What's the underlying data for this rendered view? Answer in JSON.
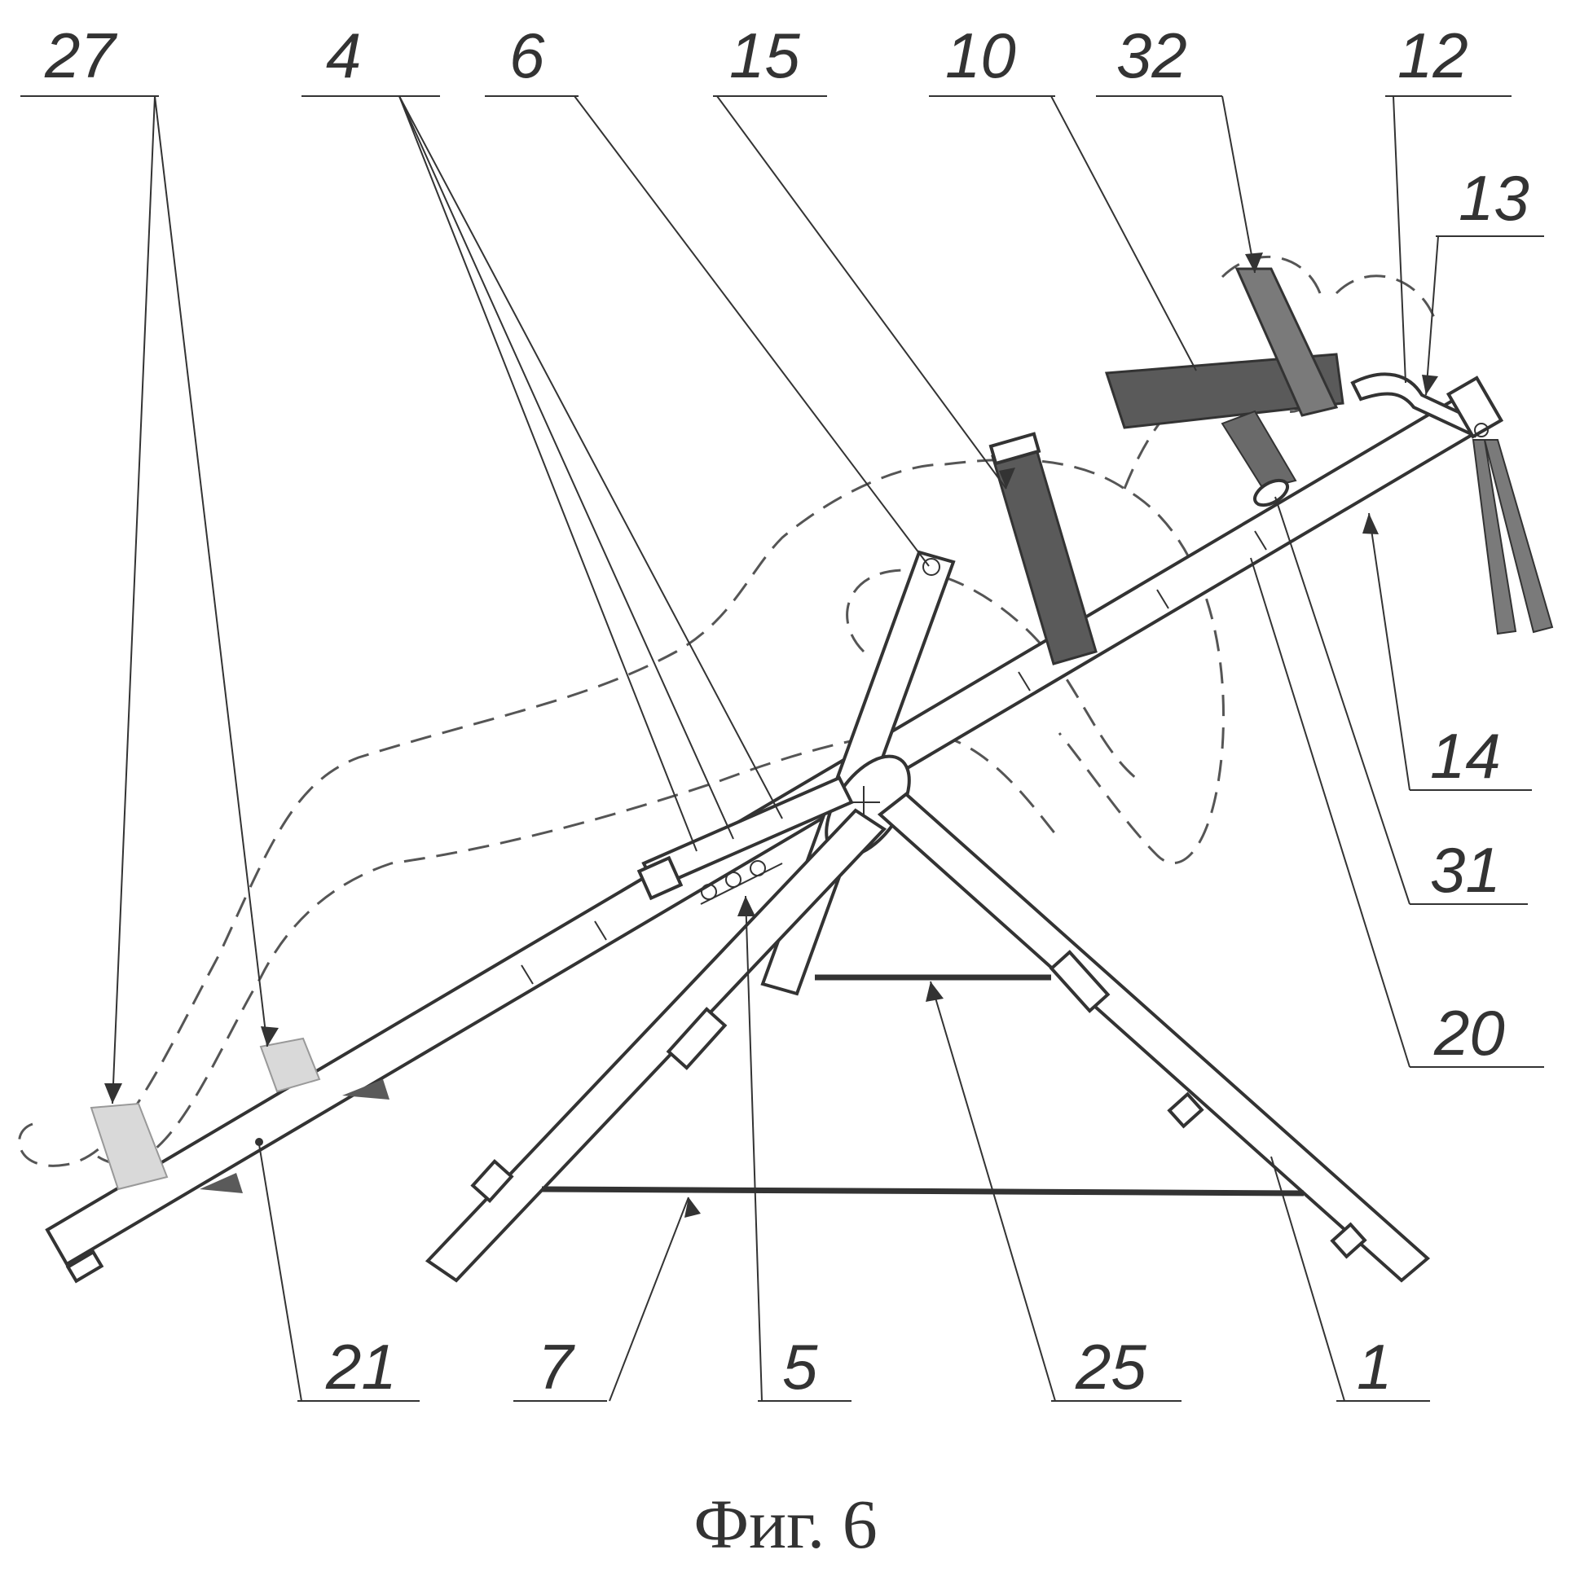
{
  "caption": "Фиг. 6",
  "colors": {
    "ink": "#333333",
    "strap_dark": "#5a5a5a",
    "strap_light": "#d9d9d9"
  },
  "callouts": {
    "top": [
      {
        "id": "c27",
        "label": "27"
      },
      {
        "id": "c4",
        "label": "4"
      },
      {
        "id": "c6",
        "label": "6"
      },
      {
        "id": "c15",
        "label": "15"
      },
      {
        "id": "c10",
        "label": "10"
      },
      {
        "id": "c32",
        "label": "32"
      },
      {
        "id": "c12",
        "label": "12"
      }
    ],
    "right": [
      {
        "id": "c13",
        "label": "13"
      },
      {
        "id": "c14",
        "label": "14"
      },
      {
        "id": "c31",
        "label": "31"
      },
      {
        "id": "c20",
        "label": "20"
      }
    ],
    "bottom": [
      {
        "id": "c21",
        "label": "21"
      },
      {
        "id": "c7",
        "label": "7"
      },
      {
        "id": "c5",
        "label": "5"
      },
      {
        "id": "c25",
        "label": "25"
      },
      {
        "id": "c1",
        "label": "1"
      }
    ]
  }
}
